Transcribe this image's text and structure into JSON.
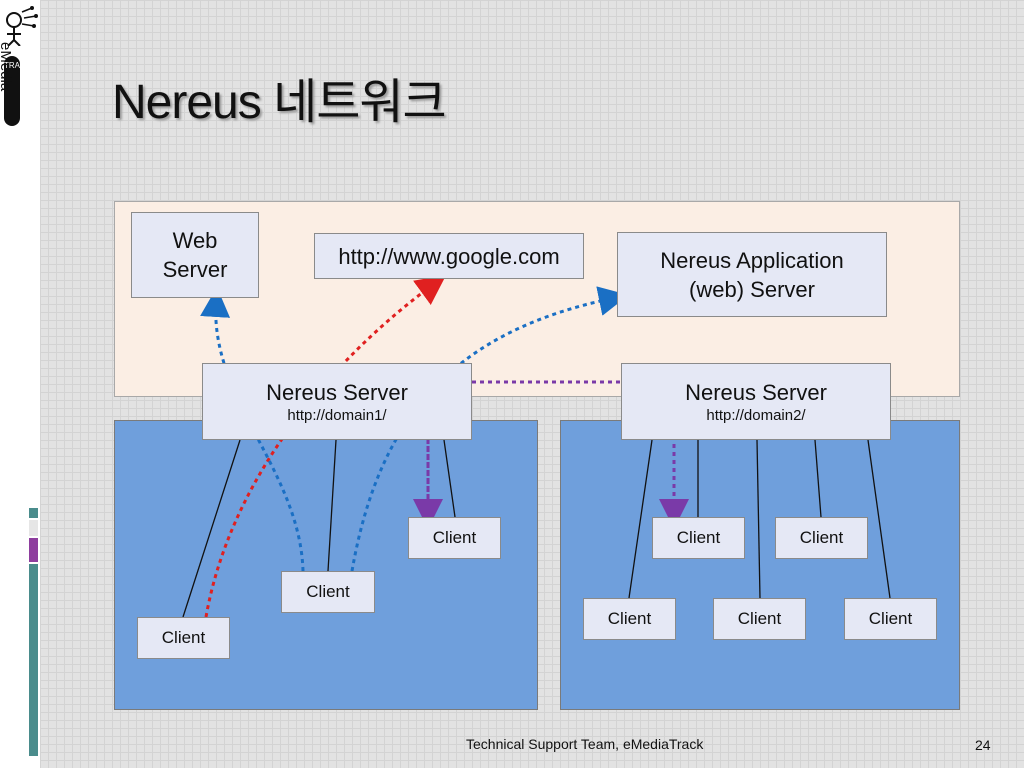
{
  "slide": {
    "title": "Nereus 네트워크",
    "footer": "Technical Support Team, eMediaTrack",
    "page_number": "24"
  },
  "logo": {
    "name": "eMedia",
    "track": "TRACK"
  },
  "servers": {
    "web_server": "Web Server",
    "google": "http://www.google.com",
    "app_server": "Nereus Application (web) Server",
    "nereus1": {
      "name": "Nereus Server",
      "url": "http://domain1/"
    },
    "nereus2": {
      "name": "Nereus Server",
      "url": "http://domain2/"
    }
  },
  "clients": {
    "domain1": [
      "Client",
      "Client",
      "Client"
    ],
    "domain2": [
      "Client",
      "Client",
      "Client",
      "Client",
      "Client"
    ]
  },
  "colors": {
    "internet_zone": "#fbeee4",
    "domain_zone": "#6f9fdc",
    "box_fill": "#e5e8f5",
    "red_link": "#e02020",
    "blue_link": "#1a6fc4",
    "purple_link": "#7a3aa8"
  }
}
